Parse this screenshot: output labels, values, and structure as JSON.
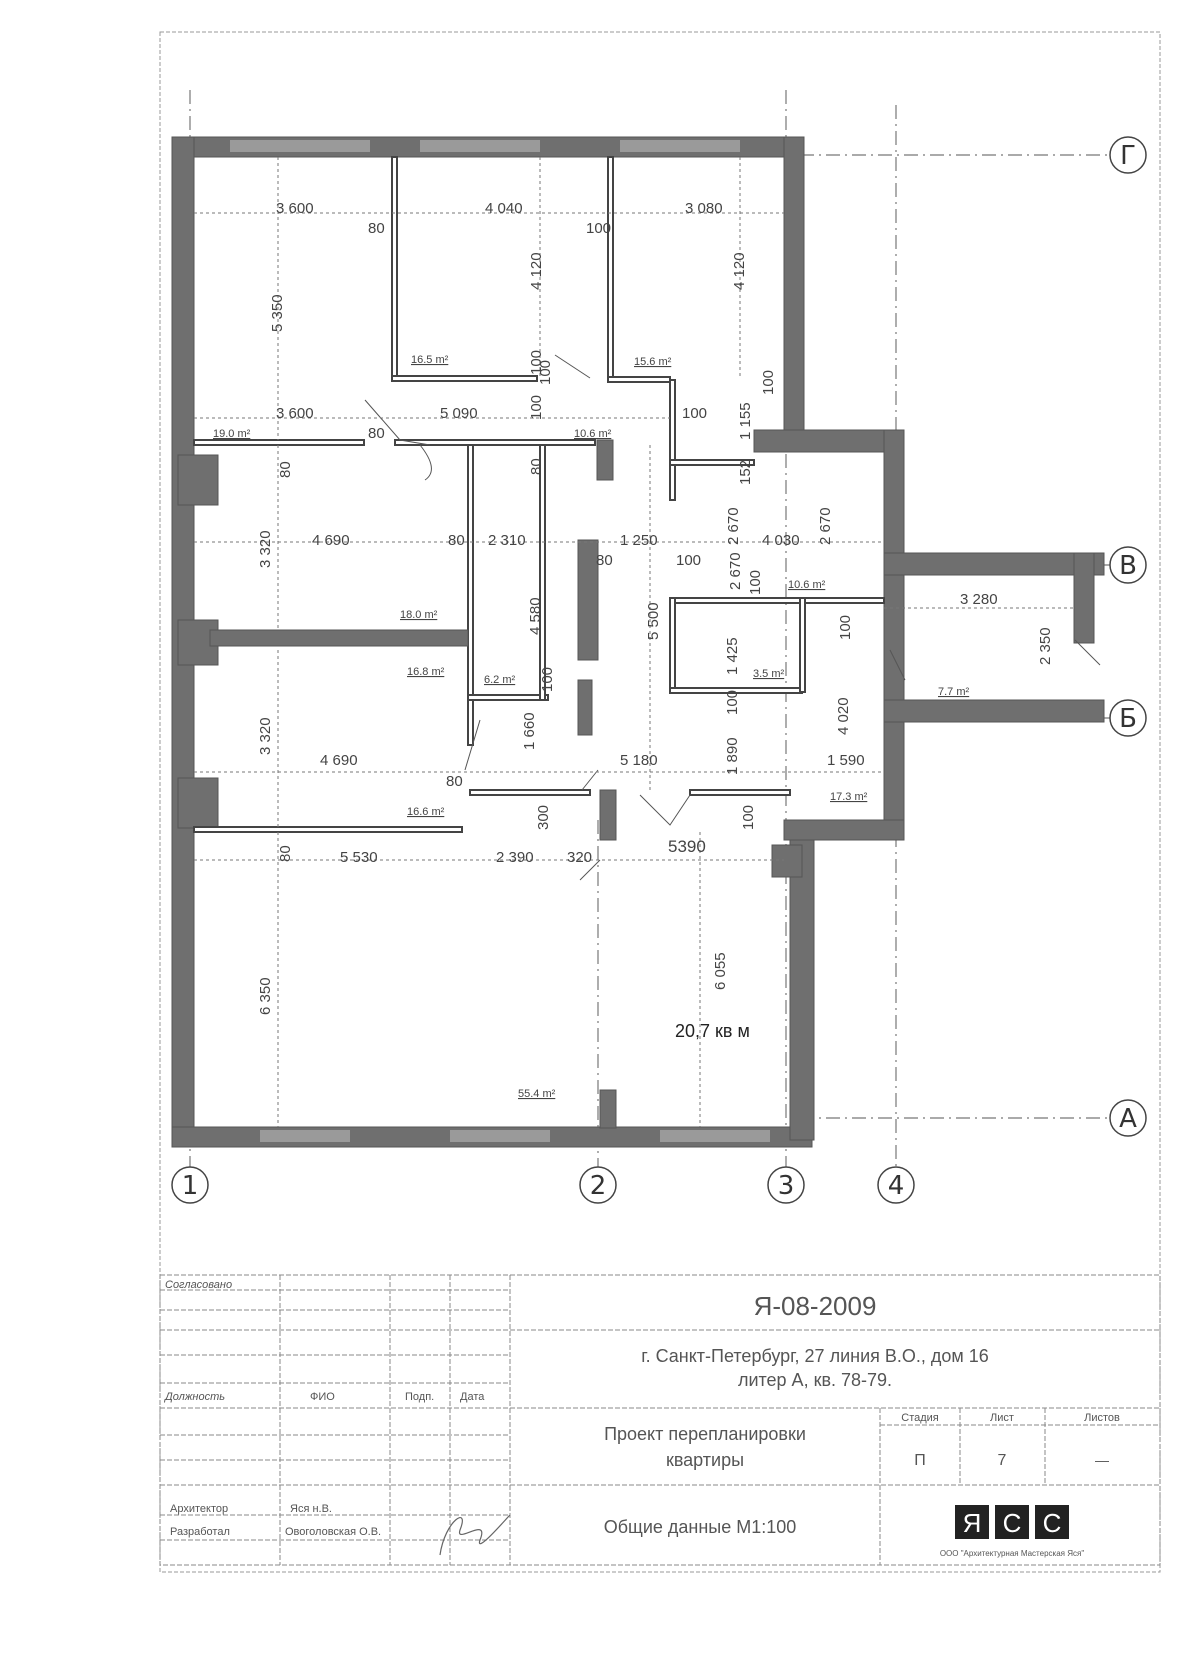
{
  "grid_axes": {
    "horizontal": [
      "Г",
      "В",
      "Б",
      "А"
    ],
    "vertical": [
      "1",
      "2",
      "3",
      "4"
    ]
  },
  "dimensions": {
    "d1": "3 600",
    "d2": "4 040",
    "d3": "3 080",
    "d4": "5 350",
    "d5": "4 120",
    "d6": "4 120",
    "d7": "80",
    "d8": "100",
    "d9": "100",
    "d10": "100",
    "d11": "3 600",
    "d12": "5 090",
    "d13": "80",
    "d14": "100",
    "d15": "100",
    "d16": "1 155",
    "d17": "80",
    "d18": "80",
    "d19": "152",
    "d20": "3 320",
    "d21": "4 690",
    "d22": "80",
    "d23": "2 310",
    "d24": "1 250",
    "d25": "80",
    "d26": "2 670",
    "d27": "4 030",
    "d28": "2 670",
    "d29": "100",
    "d30": "2 670",
    "d31": "4 580",
    "d32": "5 500",
    "d33": "100",
    "d34": "100",
    "d35": "3 280",
    "d36": "2 350",
    "d37": "1 425",
    "d38": "100",
    "d39": "100",
    "d40": "4 020",
    "d41": "1 660",
    "d42": "1 890",
    "d43": "3 320",
    "d44": "4 690",
    "d45": "80",
    "d46": "5 180",
    "d47": "1 590",
    "d48": "300",
    "d49": "100",
    "d50": "80",
    "d51": "5 530",
    "d52": "2 390",
    "d53": "320",
    "d54": "5390",
    "d55": "6 350",
    "d56": "6 055",
    "d57": "100"
  },
  "areas": {
    "a1": "16.5 m²",
    "a2": "15.6 m²",
    "a3": "19.0 m²",
    "a4": "10.6 m²",
    "a5": "18.0 m²",
    "a6": "16.8 m²",
    "a7": "6.2 m²",
    "a8": "10.6 m²",
    "a9": "3.5 m²",
    "a10": "7.7 m²",
    "a11": "16.6 m²",
    "a12": "17.3 m²",
    "a13": "55.4 m²"
  },
  "big_area_note": "20,7 кв м",
  "title_block": {
    "agreed": "Согласовано",
    "col_position": "Должность",
    "col_name": "ФИО",
    "col_sign": "Подп.",
    "col_date": "Дата",
    "role_architect": "Архитектор",
    "name_architect": "Яся н.В.",
    "role_developer": "Разработал",
    "name_developer": "Овоголовская О.В.",
    "doc_code": "Я-08-2009",
    "address_line1": "г. Санкт-Петербург, 27 линия В.О., дом 16",
    "address_line2": "литер А, кв. 78-79.",
    "project_line1": "Проект перепланировки",
    "project_line2": "квартиры",
    "sheet_title": "Общие данные М1:100",
    "hdr_stage": "Стадия",
    "hdr_sheet": "Лист",
    "hdr_sheets": "Листов",
    "stage": "П",
    "sheet": "7",
    "sheets": "—",
    "logo_letters": "ЯСС",
    "company": "ООО \"Архитектурная Мастерская Яся\""
  }
}
